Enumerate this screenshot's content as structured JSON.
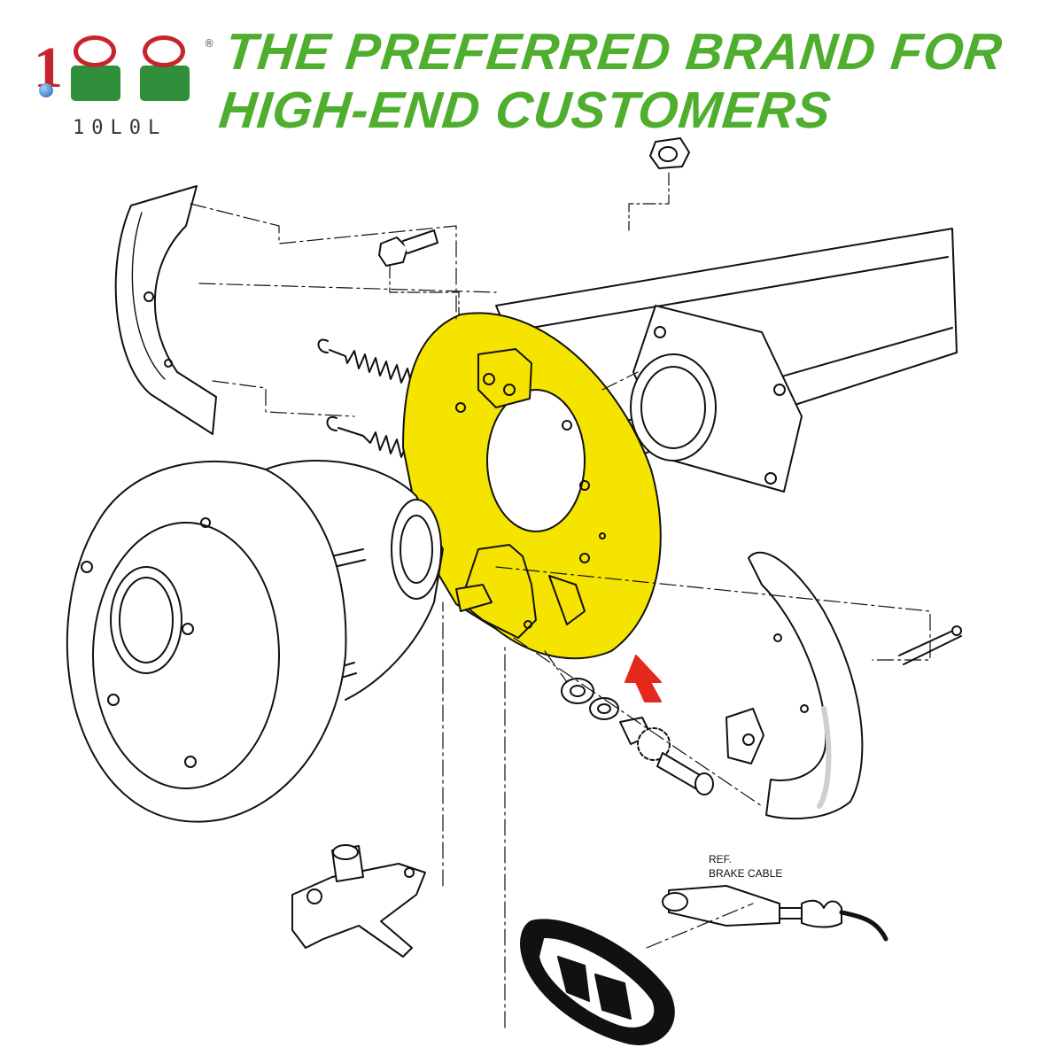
{
  "brand": {
    "name": "10L0L",
    "registered_mark": "®",
    "colors": {
      "red": "#c8242b",
      "green": "#2f8f3a"
    }
  },
  "slogan": {
    "text": "THE PREFERRED BRAND FOR HIGH-END CUSTOMERS",
    "color": "#4fae2e"
  },
  "diagram": {
    "highlight_color": "#f5e400",
    "arrow_color": "#e3281d",
    "labels": {
      "ref": "REF.",
      "brake_cable": "BRAKE CABLE"
    }
  }
}
